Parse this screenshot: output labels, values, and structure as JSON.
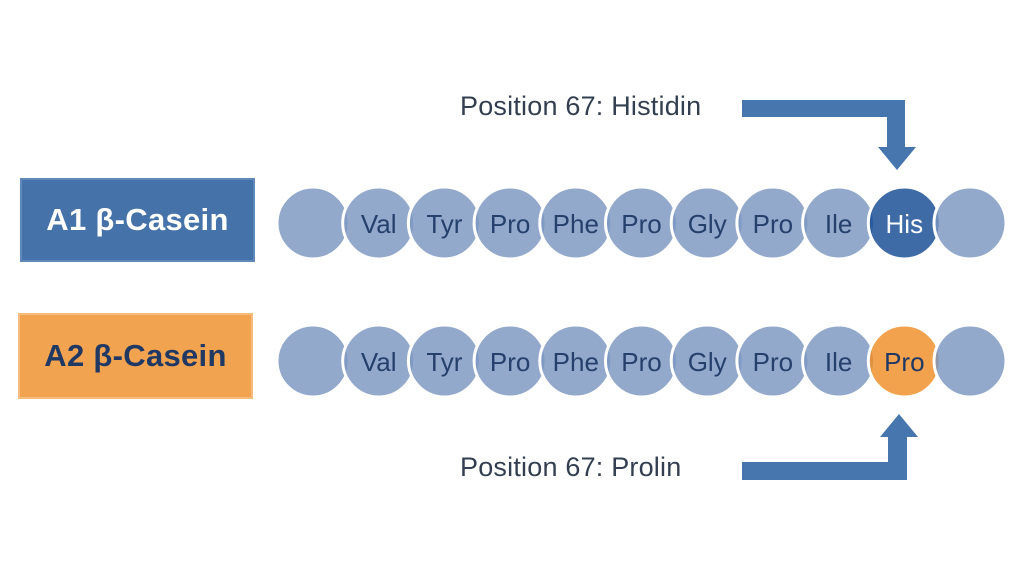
{
  "diagram": {
    "rows": [
      {
        "id": "a1",
        "label": "A1 β-Casein",
        "annotation": "Position 67: Histidin",
        "sequence": [
          "",
          "Val",
          "Tyr",
          "Pro",
          "Phe",
          "Pro",
          "Gly",
          "Pro",
          "Ile",
          "His",
          ""
        ],
        "highlight_index": 9,
        "highlight_fill": "#144A92",
        "highlight_text_color": "#FFFFFF"
      },
      {
        "id": "a2",
        "label": "A2 β-Casein",
        "annotation": "Position 67: Prolin",
        "sequence": [
          "",
          "Val",
          "Tyr",
          "Pro",
          "Phe",
          "Pro",
          "Gly",
          "Pro",
          "Ile",
          "Pro",
          ""
        ],
        "highlight_index": 9,
        "highlight_fill": "#EF8E25",
        "highlight_text_color": "#1F3864"
      }
    ],
    "colors": {
      "background": "#FFFFFF",
      "circle_blue": "#7B96C1",
      "circle_outline": "#FFFFFF",
      "amino_text": "#24406B",
      "arrow": "#4775AE",
      "annotation_text": "#333F50",
      "a1_box_bg": "#4573A9",
      "a1_box_border": "#6089BA",
      "a1_box_text": "#FFFFFF",
      "a2_box_bg": "#F2A34F",
      "a2_box_border": "#F5BC7D",
      "a2_box_text": "#1F3864"
    }
  }
}
